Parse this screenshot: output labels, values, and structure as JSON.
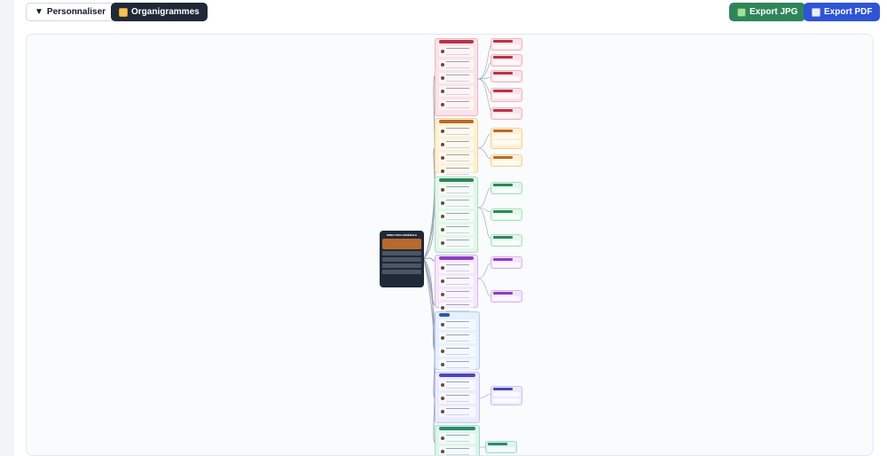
{
  "toolbar": {
    "customize_label": "Personnaliser",
    "customize_icon": "caret-down-icon",
    "org_label": "Organigrammes",
    "org_icon": "folder-icon",
    "export_jpg_label": "Export JPG",
    "export_jpg_icon": "image-icon",
    "export_pdf_label": "Export PDF",
    "export_pdf_icon": "document-icon"
  },
  "chart": {
    "root_title": "DIRECTION GÉNÉRALE",
    "colors": {
      "red": "#f8d7dc",
      "orange": "#fdecc8",
      "green": "#dcf5e4",
      "purple": "#f1e1fb",
      "blue": "#e0ecff",
      "indigo": "#e6e6fb",
      "teal": "#d8f3ea",
      "root": "#1f2937",
      "accent": "#b86a2d"
    }
  }
}
